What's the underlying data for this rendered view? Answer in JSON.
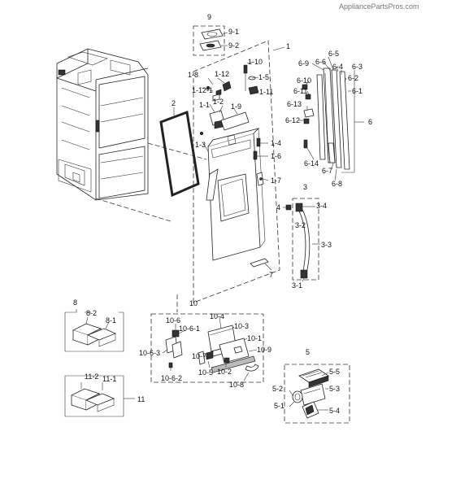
{
  "watermark": "AppliancePartsPros.com",
  "labels": {
    "l9": "9",
    "l9_1": "9-1",
    "l9_2": "9-2",
    "l1": "1",
    "l1_10": "1-10",
    "l1_5": "1-5",
    "l1_11": "1-11",
    "l1_8": "1-8",
    "l1_12": "1-12",
    "l1_12b": "1-12-1",
    "l1_1": "1-1",
    "l1_2": "1-2",
    "l1_9": "1-9",
    "l1_3": "1-3",
    "l1_4": "1-4",
    "l1_6": "1-6",
    "l1_7": "1-7",
    "l2": "2",
    "l6_5": "6-5",
    "l6_9": "6-9",
    "l6_6": "6-6",
    "l6_4": "6-4",
    "l6_3": "6-3",
    "l6_10": "6-10",
    "l6_2": "6-2",
    "l6_11": "6-11",
    "l6_1": "6-1",
    "l6_13": "6-13",
    "l6": "6",
    "l6_12": "6-12",
    "l6_14": "6-14",
    "l6_7": "6-7",
    "l6_8": "6-8",
    "l3": "3",
    "l4": "4",
    "l3_4": "3-4",
    "l3_2": "3-2",
    "l3_3": "3-3",
    "l3_1": "3-1",
    "l7": "7",
    "l8": "8",
    "l8_2": "8-2",
    "l8_1": "8-1",
    "l10": "10",
    "l10_4": "10-4",
    "l10_6": "10-6",
    "l10_6_1": "10-6-1",
    "l10_3": "10-3",
    "l10_1": "10-1",
    "l10_6_3": "10-6-3",
    "l10_9": "10-9",
    "l10_7": "10-7",
    "l10_5": "10-5",
    "l10_2": "10-2",
    "l10_6_2": "10-6-2",
    "l10_8": "10-8",
    "l11_2": "11-2",
    "l11_1": "11-1",
    "l11": "11",
    "l5": "5",
    "l5_5": "5-5",
    "l5_2": "5-2",
    "l5_3": "5-3",
    "l5_1": "5-1",
    "l5_4": "5-4"
  }
}
